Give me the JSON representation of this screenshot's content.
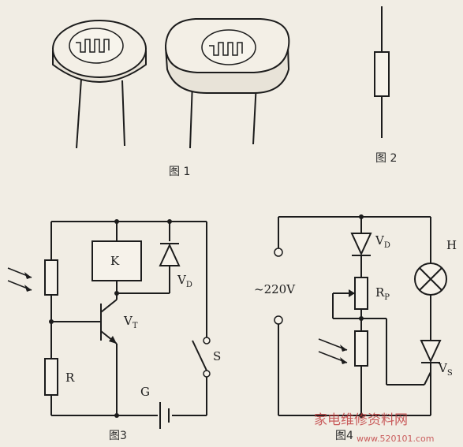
{
  "figures": {
    "fig1_caption": "图 1",
    "fig2_caption": "图 2",
    "fig3_caption": "图3",
    "fig4_caption": "图4"
  },
  "fig3_labels": {
    "relay": "K",
    "diode": "V",
    "diode_sub": "D",
    "transistor": "V",
    "transistor_sub": "T",
    "resistor": "R",
    "switch": "S",
    "battery": "G"
  },
  "fig4_labels": {
    "supply": "~220V",
    "diode": "V",
    "diode_sub": "D",
    "pot": "R",
    "pot_sub": "P",
    "lamp": "H",
    "thyristor": "V",
    "thyristor_sub": "S"
  },
  "watermark": {
    "text_cn": "家电维修资料网",
    "text_url": "www.520101.com",
    "color": "#c0393b"
  }
}
